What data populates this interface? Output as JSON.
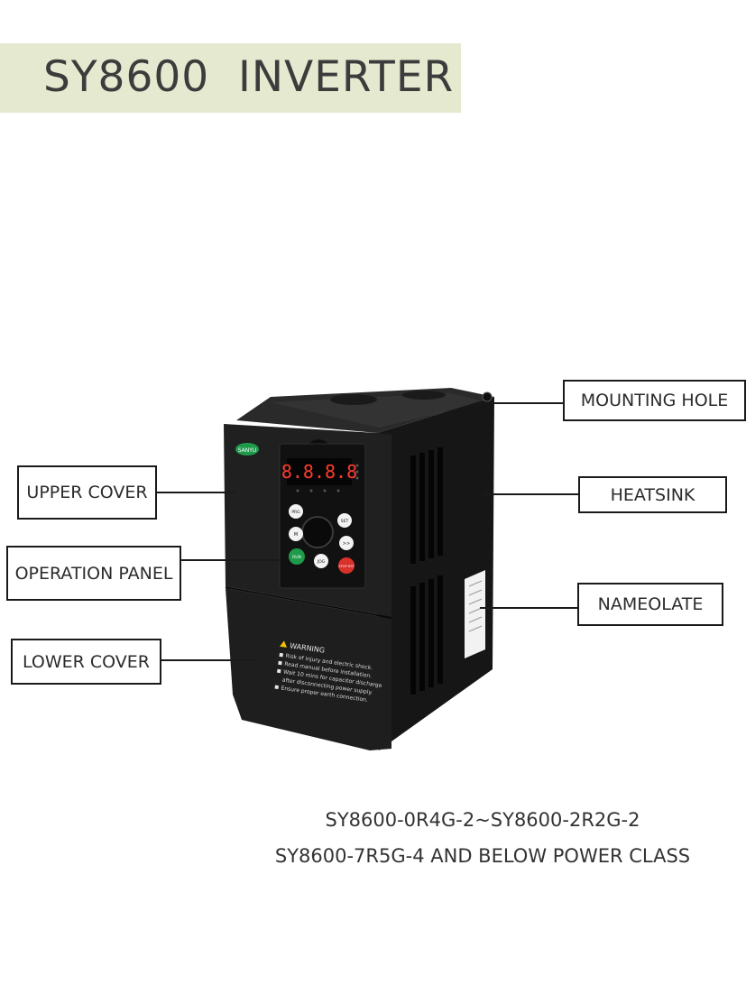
{
  "title": "SY8600  INVERTER",
  "labels": {
    "mounting_hole": "MOUNTING HOLE",
    "heatsink": "HEATSINK",
    "nameplate": "NAMEOLATE",
    "upper_cover": "UPPER COVER",
    "operation_panel": "OPERATION PANEL",
    "lower_cover": "LOWER COVER"
  },
  "device": {
    "brand": "SANYU",
    "display": "8.8.8.8",
    "buttons": {
      "prg": "PRG",
      "set": "SET",
      "shift": ">>",
      "mf": "M",
      "run": "RUN",
      "jog": "JOG",
      "stop": "STOP RST"
    },
    "warning": {
      "heading": "WARNING",
      "lines": [
        "Risk of injury and electric shock.",
        "Read manual before installation.",
        "Wait 10 mins for capacitor discharge",
        "after disconnecting power supply.",
        "Ensure proper earth connection."
      ]
    }
  },
  "caption": {
    "line1": "SY8600-0R4G-2~SY8600-2R2G-2",
    "line2": "SY8600-7R5G-4 AND BELOW POWER CLASS"
  },
  "colors": {
    "title_bg": "#e4e9cf",
    "device_body": "#1c1c1c",
    "run_button": "#1f9a4a",
    "stop_button": "#d8322b",
    "display_digits": "#ff3b30"
  }
}
